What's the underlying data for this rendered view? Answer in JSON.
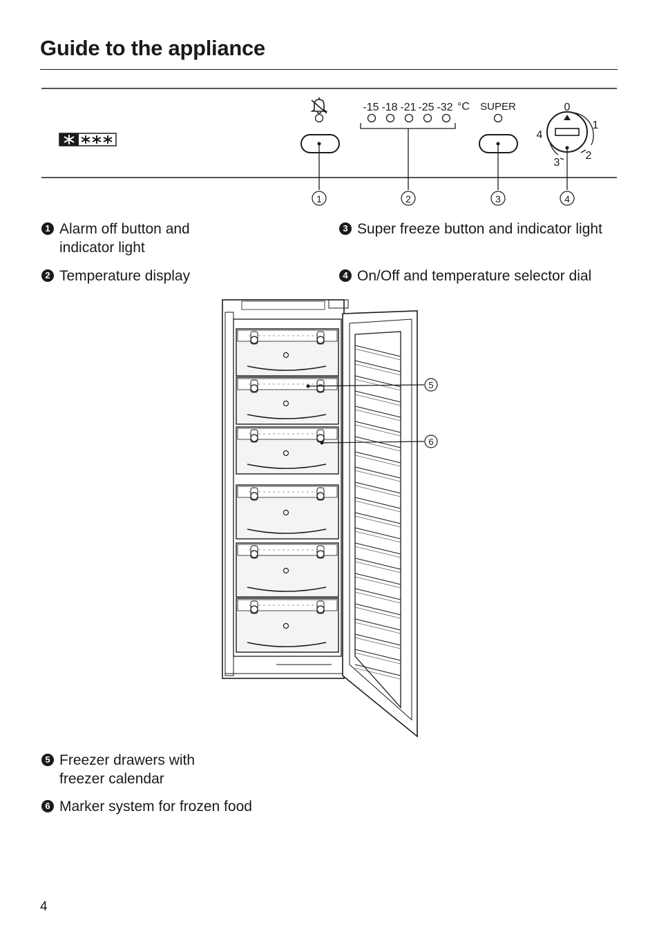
{
  "page": {
    "title": "Guide to the appliance",
    "page_number": "4"
  },
  "control_panel": {
    "temperatures": [
      "-15",
      "-18",
      "-21",
      "-25",
      "-32"
    ],
    "unit": "°C",
    "super_label": "SUPER",
    "dial_numbers": [
      "0",
      "1",
      "2",
      "3",
      "4"
    ],
    "callouts": [
      "1",
      "2",
      "3",
      "4"
    ],
    "star_rating_icon": "four-star-freezer-symbol",
    "alarm_icon": "bell-crossed-icon"
  },
  "legend_top": [
    {
      "num": "1",
      "text": "Alarm off button and indicator light"
    },
    {
      "num": "2",
      "text": "Temperature display"
    },
    {
      "num": "3",
      "text": "Super freeze button and indicator light"
    },
    {
      "num": "4",
      "text": "On/Off and temperature selector dial"
    }
  ],
  "appliance": {
    "callouts": [
      "5",
      "6"
    ],
    "drawer_count": 6
  },
  "legend_bottom": [
    {
      "num": "5",
      "text": "Freezer drawers with freezer calendar"
    },
    {
      "num": "6",
      "text": "Marker system for frozen food"
    }
  ]
}
